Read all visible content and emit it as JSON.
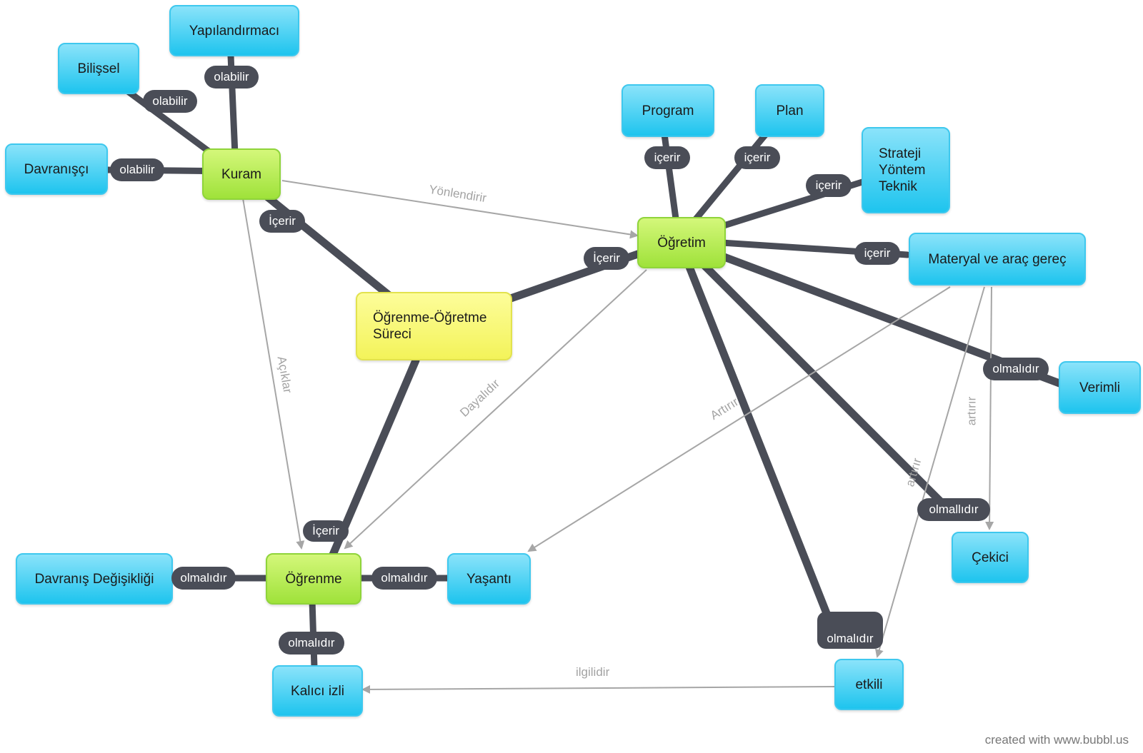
{
  "nodes": {
    "yapilandirmaci": "Yapılandırmacı",
    "bilissel": "Bilişsel",
    "davranisci": "Davranışçı",
    "kuram": "Kuram",
    "ogrenme_ogretme": "Öğrenme-Öğretme\nSüreci",
    "ogretim": "Öğretim",
    "program": "Program",
    "plan": "Plan",
    "strateji": "Strateji\nYöntem\nTeknik",
    "materyal": "Materyal ve araç gereç",
    "verimli": "Verimli",
    "cekici": "Çekici",
    "etkili": "etkili",
    "ogrenme": "Öğrenme",
    "davranis_degisikligi": "Davranış Değişikliği",
    "yasanti": "Yaşantı",
    "kalici_izli": "Kalıcı izli"
  },
  "link_labels": {
    "olabilir_1": "olabilir",
    "olabilir_2": "olabilir",
    "olabilir_3": "olabilir",
    "icerir_kuram": "İçerir",
    "icerir_surec": "İçerir",
    "icerir_ogrenme": "İçerir",
    "icerir_program": "içerir",
    "icerir_plan": "içerir",
    "icerir_strateji": "içerir",
    "icerir_materyal": "içerir",
    "olmalidir_verimli": "olmalıdır",
    "olmallidir_cekici": "olmallıdır",
    "olmalidir_etkili": "olmalıdır",
    "olmalidir_davranis": "olmalıdır",
    "olmalidir_yasanti": "olmalıdır",
    "olmalidir_kalici": "olmalıdır"
  },
  "relations": {
    "yonlendirir": "Yönlendirir",
    "aciklar": "Açıklar",
    "dayalidir": "Dayalıdır",
    "artirir_yasanti": "Artırır",
    "artirir_etkili": "artırır",
    "artirir_cekici": "artırır",
    "ilgilidir": "ilgilidir"
  },
  "footer": "created with www.bubbl.us",
  "colors": {
    "blue_node": "#1ec4ee",
    "green_node": "#9fe23a",
    "yellow_node": "#f3f35a",
    "connector": "#4a4d57",
    "relation_arrow": "#a6a6a6"
  }
}
